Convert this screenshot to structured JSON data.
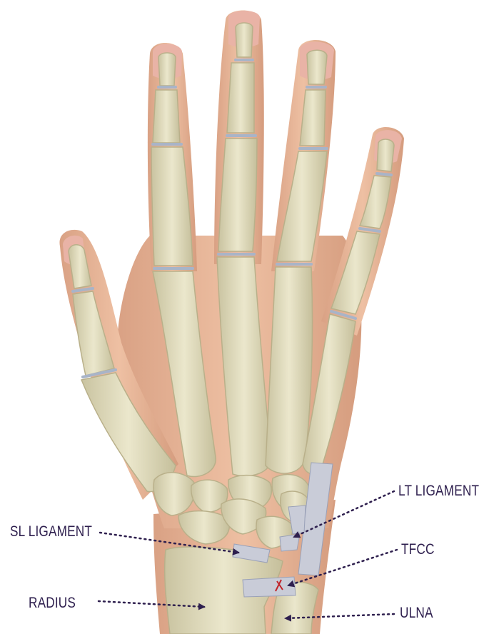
{
  "labels": {
    "lt_ligament": "LT LIGAMENT",
    "sl_ligament": "SL LIGAMENT",
    "tfcc": "TFCC",
    "radius": "RADIUS",
    "ulna": "ULNA"
  },
  "colors": {
    "skin": "#e8b99a",
    "bone": "#ddd8b8",
    "bone_outline": "#b9b08a",
    "ligament": "#c9ccd8",
    "callout": "#2e1f4e",
    "injury": "#c0242a"
  }
}
